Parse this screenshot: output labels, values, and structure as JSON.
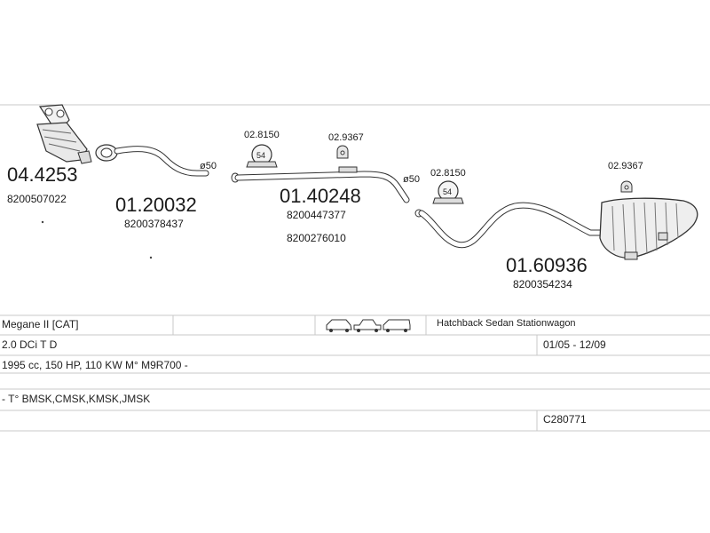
{
  "parts": {
    "catalyst": {
      "number": "04.4253",
      "oe": "8200507022"
    },
    "front_pipe": {
      "number": "01.20032",
      "oe": "8200378437"
    },
    "middle_pipe": {
      "number": "01.40248",
      "oe1": "8200447377",
      "oe2": "8200276010"
    },
    "rear_silencer": {
      "number": "01.60936",
      "oe": "8200354234"
    }
  },
  "clamps": {
    "clamp1": "02.8150",
    "hanger1": "02.9367",
    "clamp2": "02.8150",
    "hanger2": "02.9367",
    "clamp_size": "54"
  },
  "diameters": {
    "d1": "ø50",
    "d2": "ø50"
  },
  "table": {
    "model": "Megane II [CAT]",
    "body_types": "Hatchback Sedan Stationwagon",
    "engine": "2.0 DCi T D",
    "dates": "01/05 - 12/09",
    "specs": "1995 cc, 150 HP, 110 KW M° M9R700 -",
    "codes": "- T° BMSK,CMSK,KMSK,JMSK",
    "ref": "C280771"
  }
}
